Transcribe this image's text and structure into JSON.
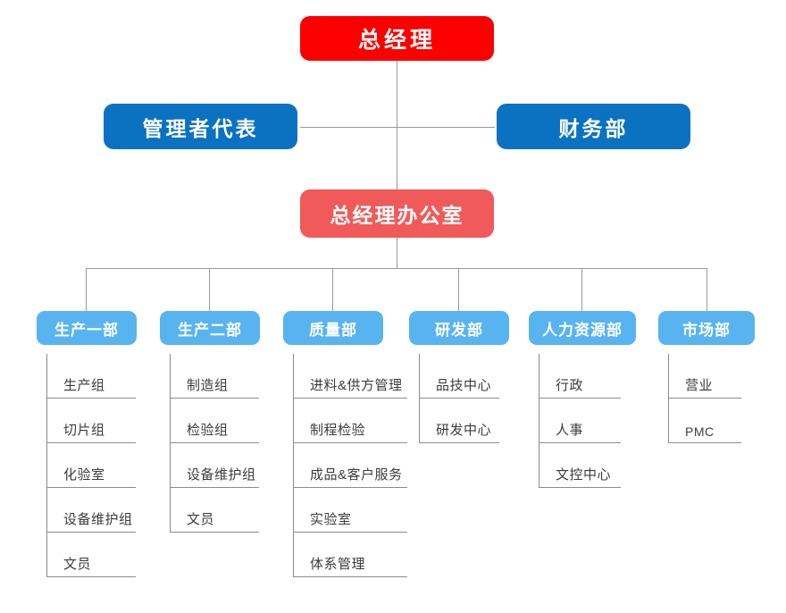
{
  "chart": {
    "type": "organization-chart",
    "title": "",
    "colors": {
      "ceo": "#FC0000",
      "level2": "#0B72C2",
      "office": "#F05A5A",
      "department": "#58B4F0",
      "line": "#9A9A9A",
      "leaf_text": "#3C3C3C",
      "background": "#FFFFFF"
    },
    "root": {
      "label": "总经理"
    },
    "level2": [
      {
        "label": "管理者代表"
      },
      {
        "label": "财务部"
      }
    ],
    "office": {
      "label": "总经理办公室"
    },
    "departments": [
      {
        "label": "生产一部",
        "children": [
          "生产组",
          "切片组",
          "化验室",
          "设备维护组",
          "文员"
        ]
      },
      {
        "label": "生产二部",
        "children": [
          "制造组",
          "检验组",
          "设备维护组",
          "文员"
        ]
      },
      {
        "label": "质量部",
        "children": [
          "进料&供方管理",
          "制程检验",
          "成品&客户服务",
          "实验室",
          "体系管理"
        ]
      },
      {
        "label": "研发部",
        "children": [
          "品技中心",
          "研发中心"
        ]
      },
      {
        "label": "人力资源部",
        "children": [
          "行政",
          "人事",
          "文控中心"
        ]
      },
      {
        "label": "市场部",
        "children": [
          "营业",
          "PMC"
        ]
      }
    ]
  }
}
